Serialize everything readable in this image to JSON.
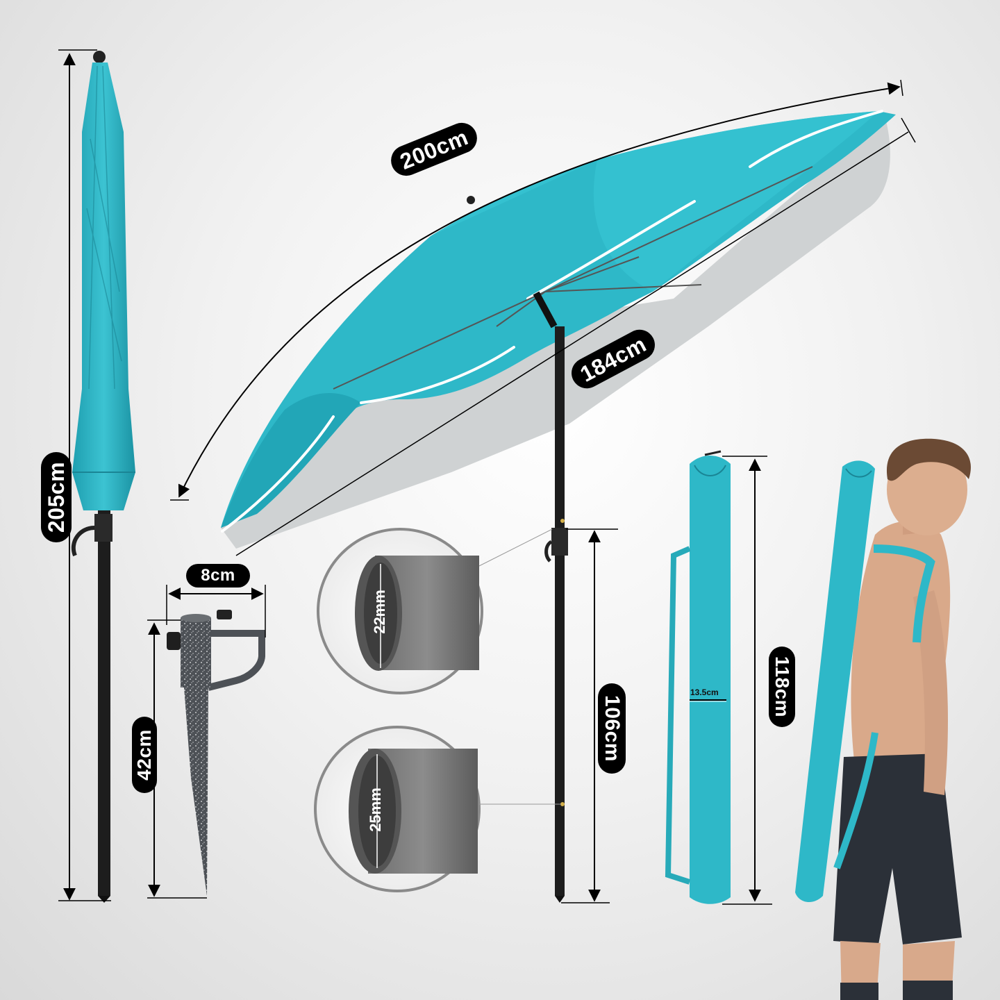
{
  "dimensions": {
    "umbrella_arc": "200cm",
    "canopy_span": "184cm",
    "closed_height": "205cm",
    "base_width": "8cm",
    "base_height": "42cm",
    "lower_pole_height": "106cm",
    "upper_pole_diameter": "22mm",
    "lower_pole_diameter": "25mm",
    "bag_length": "118cm",
    "bag_width": "13.5cm"
  },
  "colors": {
    "canopy": "#2eb8c8",
    "canopy_dark": "#1e9eae",
    "underside": "#c8cbcc",
    "pole": "#1a1a1a",
    "pill": "#000000",
    "base_metal": "#5a5e62"
  }
}
